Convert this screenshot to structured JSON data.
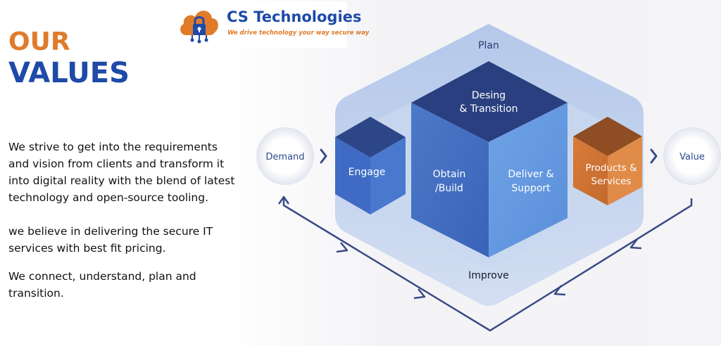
{
  "heading": {
    "line1": "OUR",
    "line2": "VALUES"
  },
  "paragraphs": [
    "We strive to get into the requirements and vision from clients and transform it into digital reality with the blend of latest technology and open-source tooling.",
    "we believe in delivering the secure IT services with best fit pricing.",
    "We connect, understand, plan and transition."
  ],
  "logo": {
    "name": "CS Technologies",
    "tagline": "We drive technology your way secure way"
  },
  "diagram": {
    "plan": "Plan",
    "improve": "Improve",
    "demand": "Demand",
    "value": "Value",
    "engage": "Engage",
    "design_line1": "Desing",
    "design_line2": "& Transition",
    "obtain_line1": "Obtain",
    "obtain_line2": "/Build",
    "deliver_line1": "Deliver &",
    "deliver_line2": "Support",
    "products_line1": "Products &",
    "products_line2": "Services"
  },
  "colors": {
    "accent_orange": "#e07b2a",
    "brand_blue": "#1e4aa8",
    "outer_hex": "#c6d5ee",
    "loop_line": "#3b4a85"
  }
}
